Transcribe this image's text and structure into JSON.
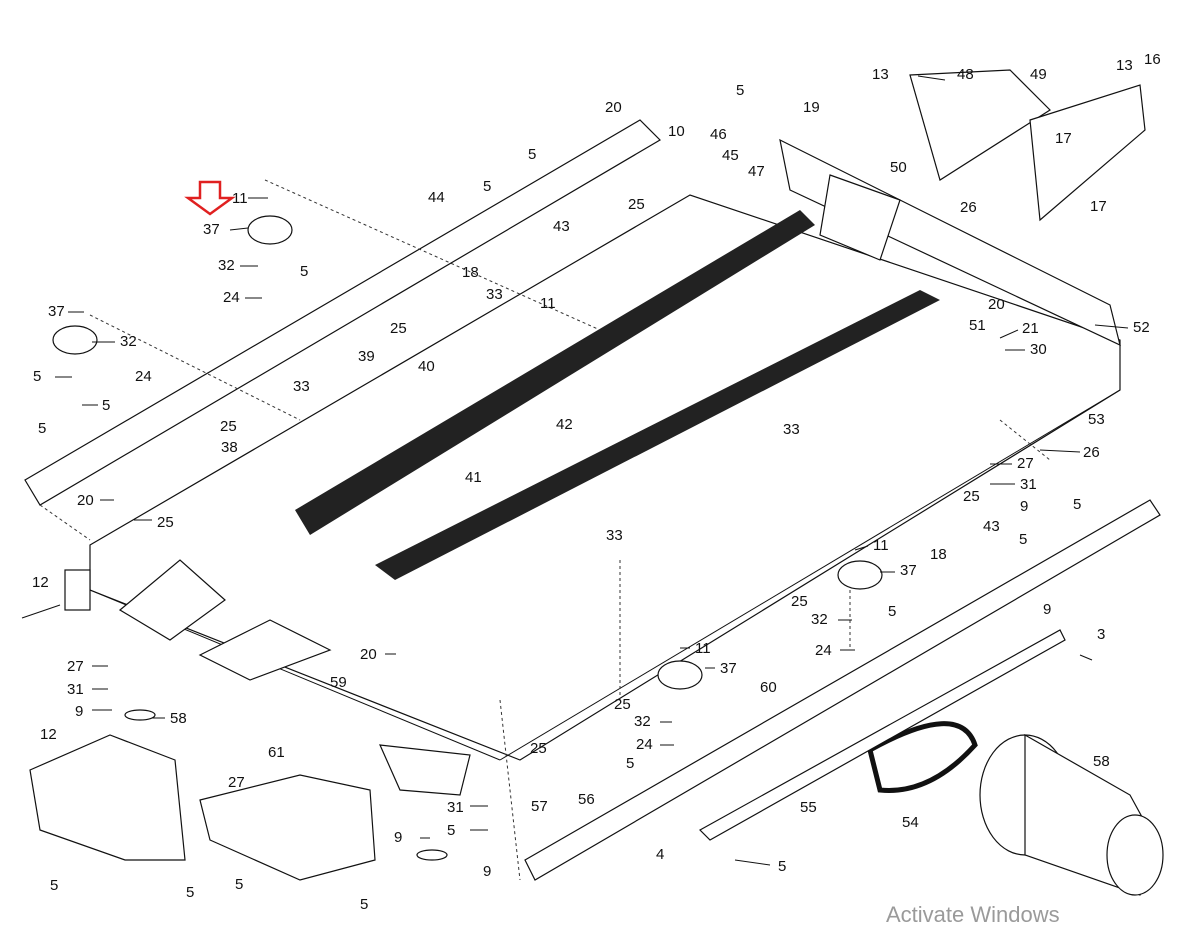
{
  "watermark": "Activate Windows",
  "colors": {
    "arrow": "#e02020",
    "ink": "#111111"
  },
  "labels": [
    "11",
    "37",
    "32",
    "24",
    "5",
    "44",
    "5",
    "5",
    "20",
    "10",
    "46",
    "45",
    "47",
    "5",
    "19",
    "13",
    "48",
    "49",
    "13",
    "16",
    "17",
    "50",
    "17",
    "26",
    "25",
    "43",
    "18",
    "33",
    "11",
    "37",
    "32",
    "5",
    "24",
    "5",
    "25",
    "39",
    "33",
    "40",
    "25",
    "38",
    "5",
    "20",
    "25",
    "41",
    "42",
    "20",
    "51",
    "21",
    "30",
    "52",
    "33",
    "53",
    "26",
    "27",
    "31",
    "25",
    "9",
    "43",
    "18",
    "5",
    "5",
    "11",
    "37",
    "25",
    "32",
    "24",
    "5",
    "9",
    "3",
    "33",
    "12",
    "27",
    "31",
    "9",
    "58",
    "20",
    "11",
    "37",
    "59",
    "25",
    "32",
    "24",
    "5",
    "25",
    "60",
    "12",
    "61",
    "27",
    "31",
    "5",
    "57",
    "56",
    "55",
    "54",
    "58",
    "9",
    "9",
    "4",
    "5",
    "5",
    "5",
    "5"
  ]
}
